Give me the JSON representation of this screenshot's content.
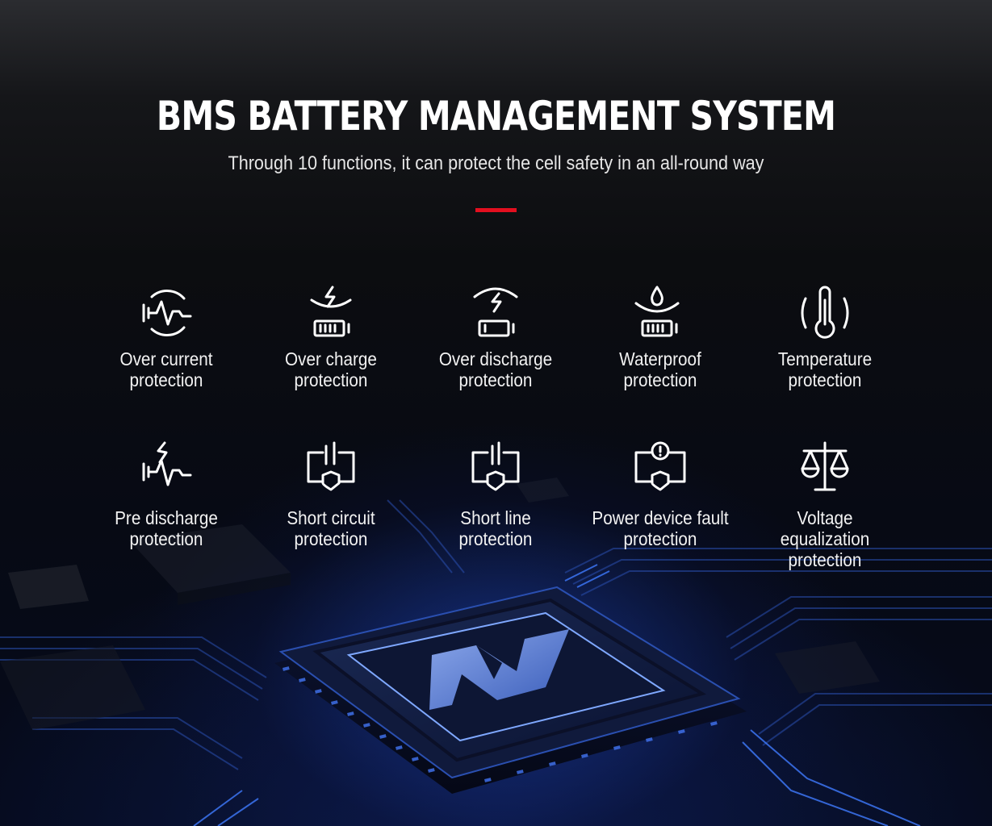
{
  "header": {
    "title": "BMS BATTERY MANAGEMENT SYSTEM",
    "subtitle": "Through 10 functions, it can protect the cell safety in an all-round way"
  },
  "colors": {
    "accent": "#e30f1f",
    "text": "#ffffff",
    "chip_glow": "#3f7bff"
  },
  "features": [
    {
      "icon": "over-current-icon",
      "label": "Over current\nprotection"
    },
    {
      "icon": "over-charge-icon",
      "label": "Over charge\nprotection"
    },
    {
      "icon": "over-discharge-icon",
      "label": "Over discharge\nprotection"
    },
    {
      "icon": "waterproof-icon",
      "label": "Waterproof\nprotection"
    },
    {
      "icon": "thermometer-icon",
      "label": "Temperature\nprotection"
    },
    {
      "icon": "pre-discharge-icon",
      "label": "Pre discharge\nprotection"
    },
    {
      "icon": "short-circuit-icon",
      "label": "Short circuit\nprotection"
    },
    {
      "icon": "short-line-icon",
      "label": "Short line\nprotection"
    },
    {
      "icon": "power-fault-icon",
      "label": "Power device fault\nprotection"
    },
    {
      "icon": "balance-scale-icon",
      "label": "Voltage equalization\nprotection"
    }
  ]
}
